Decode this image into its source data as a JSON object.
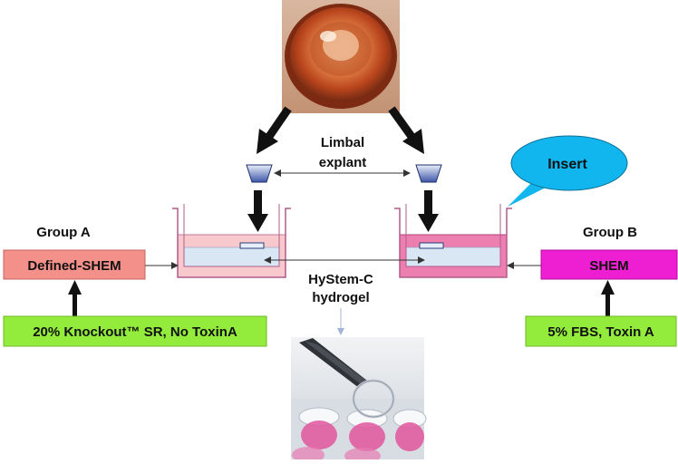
{
  "labels": {
    "limbal_line1": "Limbal",
    "limbal_line2": "explant",
    "insert": "Insert",
    "group_a": "Group A",
    "group_b": "Group B",
    "medium_a": "Defined-SHEM",
    "medium_b": "SHEM",
    "hydrogel_line1": "HyStem-C",
    "hydrogel_line2": "hydrogel",
    "supplement_a": "20% Knockout™ SR, No ToxinA",
    "supplement_b": "5% FBS, Toxin A"
  },
  "colors": {
    "medium_a_box": "#f4908a",
    "medium_b_box": "#ee1fd2",
    "supplement_box": "#93ec3c",
    "insert_bubble": "#12b6ee",
    "well_a_fill": "#f8c9cc",
    "well_b_fill": "#ec7fb0",
    "hydrogel_layer": "#d9e7f4"
  }
}
